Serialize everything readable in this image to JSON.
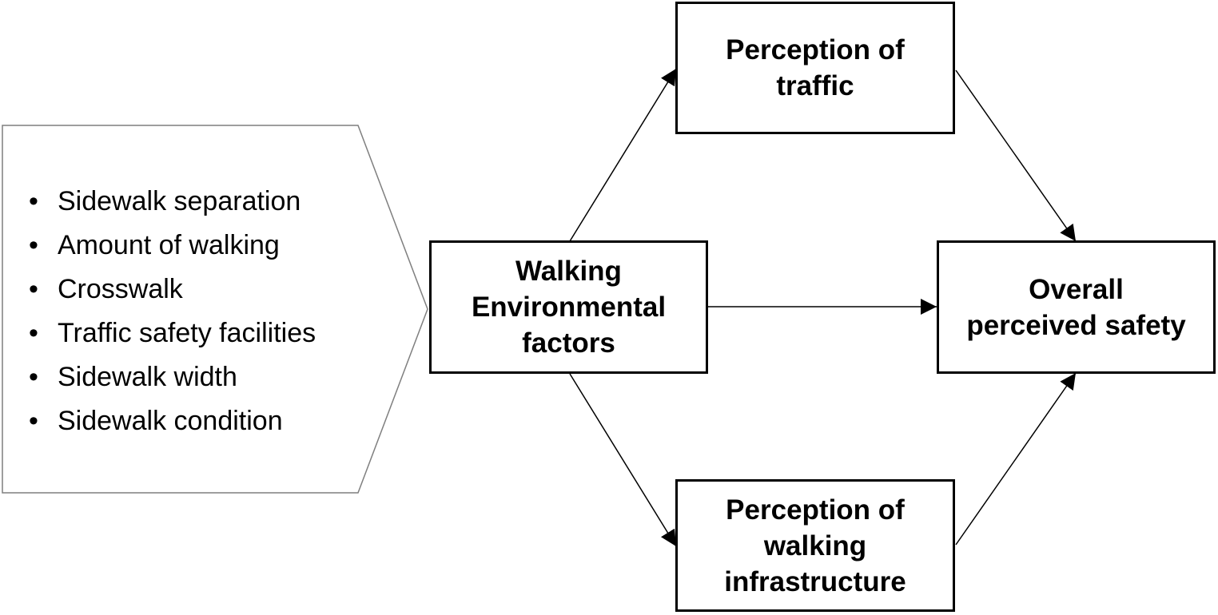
{
  "factors": {
    "items": [
      "Sidewalk separation",
      "Amount of walking",
      "Crosswalk",
      "Traffic safety facilities",
      "Sidewalk width",
      "Sidewalk condition"
    ]
  },
  "nodes": {
    "walking_env": "Walking\nEnvironmental\nfactors",
    "perception_traffic": "Perception of\ntraffic",
    "perception_infra": "Perception of\nwalking\ninfrastructure",
    "overall_safety": "Overall\nperceived safety"
  },
  "colors": {
    "stroke": "#000000",
    "factor_outline": "#7f7f7f"
  }
}
